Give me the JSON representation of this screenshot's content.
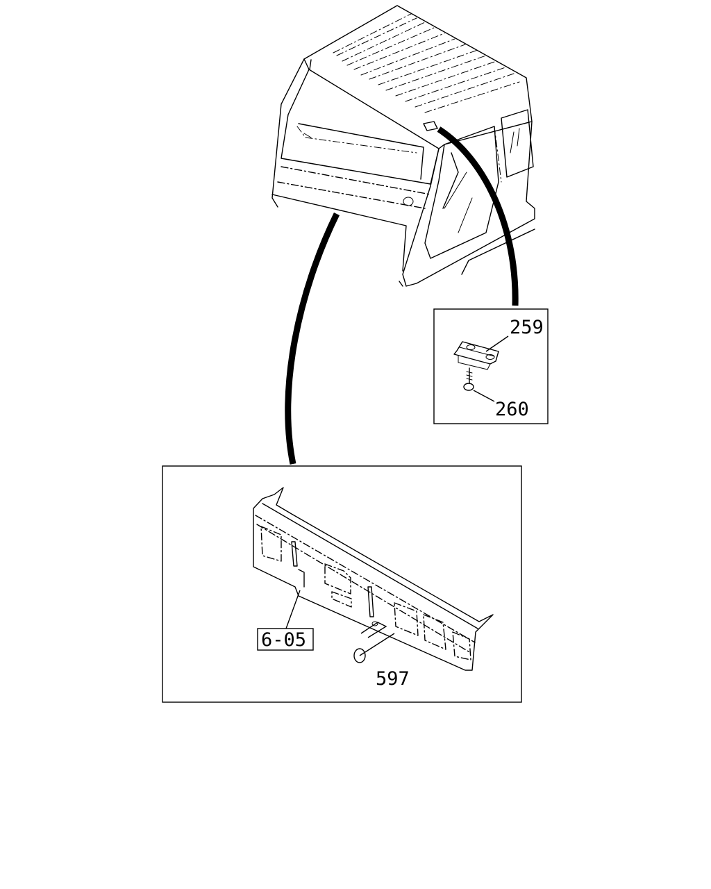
{
  "callouts": {
    "part_259": "259",
    "part_260": "260",
    "part_6_05": "6-05",
    "part_597": "597"
  },
  "colors": {
    "line": "#000000",
    "background": "#ffffff"
  }
}
